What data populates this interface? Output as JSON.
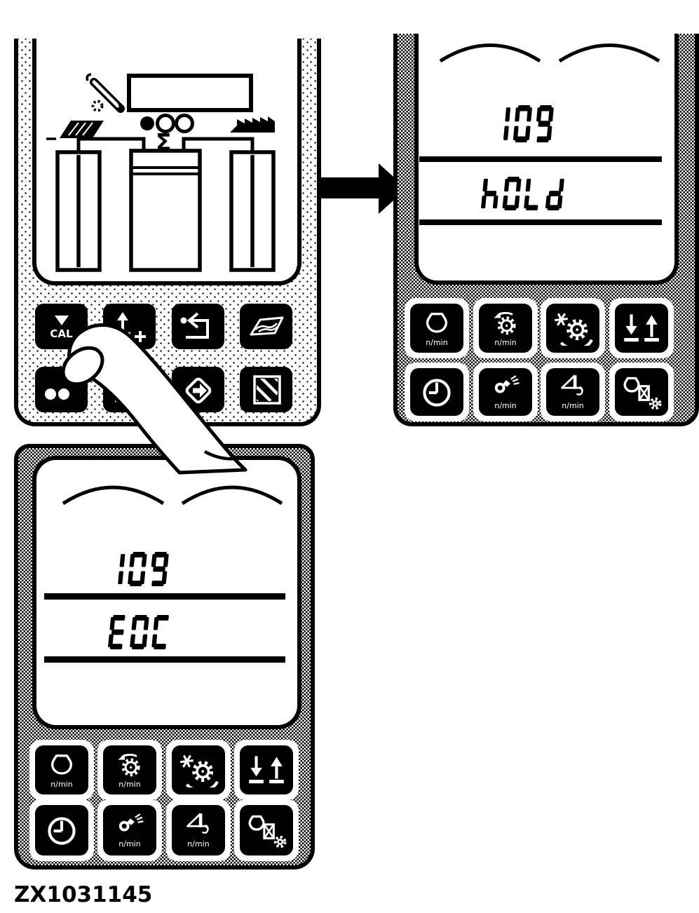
{
  "figure": {
    "code": "ZX1031145"
  },
  "shared": {
    "sum_symbol": "Σ"
  },
  "panels": {
    "top_left": {
      "name": "monitor-front-icon-screen",
      "display": {
        "sum_symbol": "Σ"
      },
      "buttons": [
        {
          "id": "cal",
          "icon": "triangle-down-icon",
          "label": "CAL"
        },
        {
          "id": "raise-plus",
          "icon": "arrow-up-plus-icon"
        },
        {
          "id": "return",
          "icon": "return-arrow-icon"
        },
        {
          "id": "field",
          "icon": "field-map-icon"
        },
        {
          "id": "dots",
          "icon": "two-dots-icon"
        },
        {
          "id": "lower-minus",
          "icon": "arrow-down-minus-icon"
        },
        {
          "id": "tag",
          "icon": "diamond-arrow-icon"
        },
        {
          "id": "hatched",
          "icon": "hatched-square-icon"
        }
      ]
    },
    "top_right": {
      "name": "monitor-display-hold",
      "display": {
        "value": "109",
        "status": "hOLd"
      },
      "buttons": [
        {
          "id": "engine-speed",
          "icon": "engine-icon",
          "unit": "n/min"
        },
        {
          "id": "rotor-speed",
          "icon": "gear-arrow-icon",
          "unit": "n/min"
        },
        {
          "id": "sharpening",
          "icon": "gear-spark-icon"
        },
        {
          "id": "raise-lower",
          "icon": "down-up-arrows-icon"
        },
        {
          "id": "hour-meter",
          "icon": "clock-icon"
        },
        {
          "id": "blower-speed",
          "icon": "spout-light-icon",
          "unit": "n/min"
        },
        {
          "id": "chopper-speed",
          "icon": "chopper-icon",
          "unit": "n/min"
        },
        {
          "id": "drive-setup",
          "icon": "engine-belt-gear-icon"
        }
      ]
    },
    "bottom_left": {
      "name": "monitor-display-eoc",
      "display": {
        "value": "109",
        "status": "EOC"
      },
      "buttons": [
        {
          "id": "engine-speed",
          "icon": "engine-icon",
          "unit": "n/min"
        },
        {
          "id": "rotor-speed",
          "icon": "gear-arrow-icon",
          "unit": "n/min"
        },
        {
          "id": "sharpening",
          "icon": "gear-spark-icon"
        },
        {
          "id": "raise-lower",
          "icon": "down-up-arrows-icon"
        },
        {
          "id": "hour-meter",
          "icon": "clock-icon"
        },
        {
          "id": "blower-speed",
          "icon": "spout-light-icon",
          "unit": "n/min"
        },
        {
          "id": "chopper-speed",
          "icon": "chopper-icon",
          "unit": "n/min"
        },
        {
          "id": "drive-setup",
          "icon": "engine-belt-gear-icon"
        }
      ]
    }
  }
}
